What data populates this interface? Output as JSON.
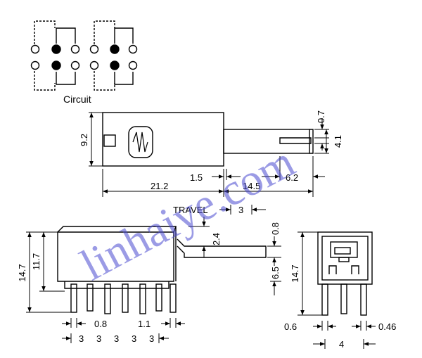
{
  "circuit": {
    "label": "Circuit"
  },
  "watermark": {
    "text": "linhaiye.com",
    "color": "#4b4bd0"
  },
  "top_view": {
    "height": "9.2",
    "pin_offset": "1.5",
    "lever_len": "6.2",
    "body_len": "21.2",
    "lever_ext": "14.5",
    "travel_label": "TRAVEL",
    "travel": "3",
    "slot_w": "0.7",
    "lever_h": "4.1"
  },
  "side_view": {
    "height_total": "14.7",
    "height_body": "11.7",
    "lever_drop": "2.4",
    "lever_thick": "0.8",
    "lever_height": "6.5",
    "pin_w": "0.8",
    "pin_gap": "1.1",
    "pitch": [
      "3",
      "3",
      "3",
      "3",
      "3"
    ]
  },
  "end_view": {
    "height": "14.7",
    "pin_w": "0.6",
    "pin_t": "0.46",
    "pitch": "4"
  }
}
